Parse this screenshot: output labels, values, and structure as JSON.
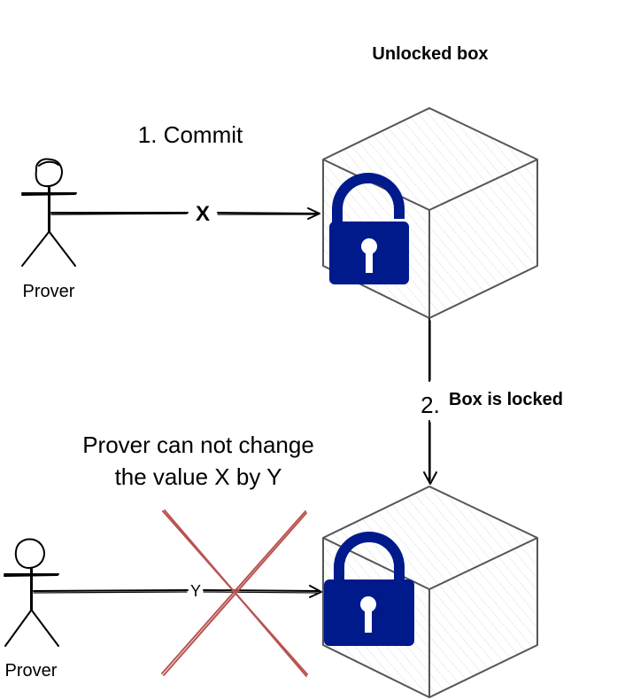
{
  "labels": {
    "unlocked_box": "Unlocked box",
    "commit": "1. Commit",
    "value_x": "X",
    "prover_top": "Prover",
    "step_two": "2.",
    "box_is_locked": "Box is locked",
    "cannot_change_line1": "Prover can not change",
    "cannot_change_line2": "the value X by Y",
    "value_y": "Y",
    "prover_bottom": "Prover"
  },
  "icons": {
    "top_lock": "open-padlock-icon",
    "bottom_lock": "closed-padlock-icon",
    "cross": "red-x-cross",
    "actor": "stick-figure-icon"
  },
  "colors": {
    "stroke": "#000000",
    "box_stroke": "#555555",
    "box_hatch": "#e0e0e0",
    "lock": "#001a8c",
    "cross": "#b85450"
  }
}
